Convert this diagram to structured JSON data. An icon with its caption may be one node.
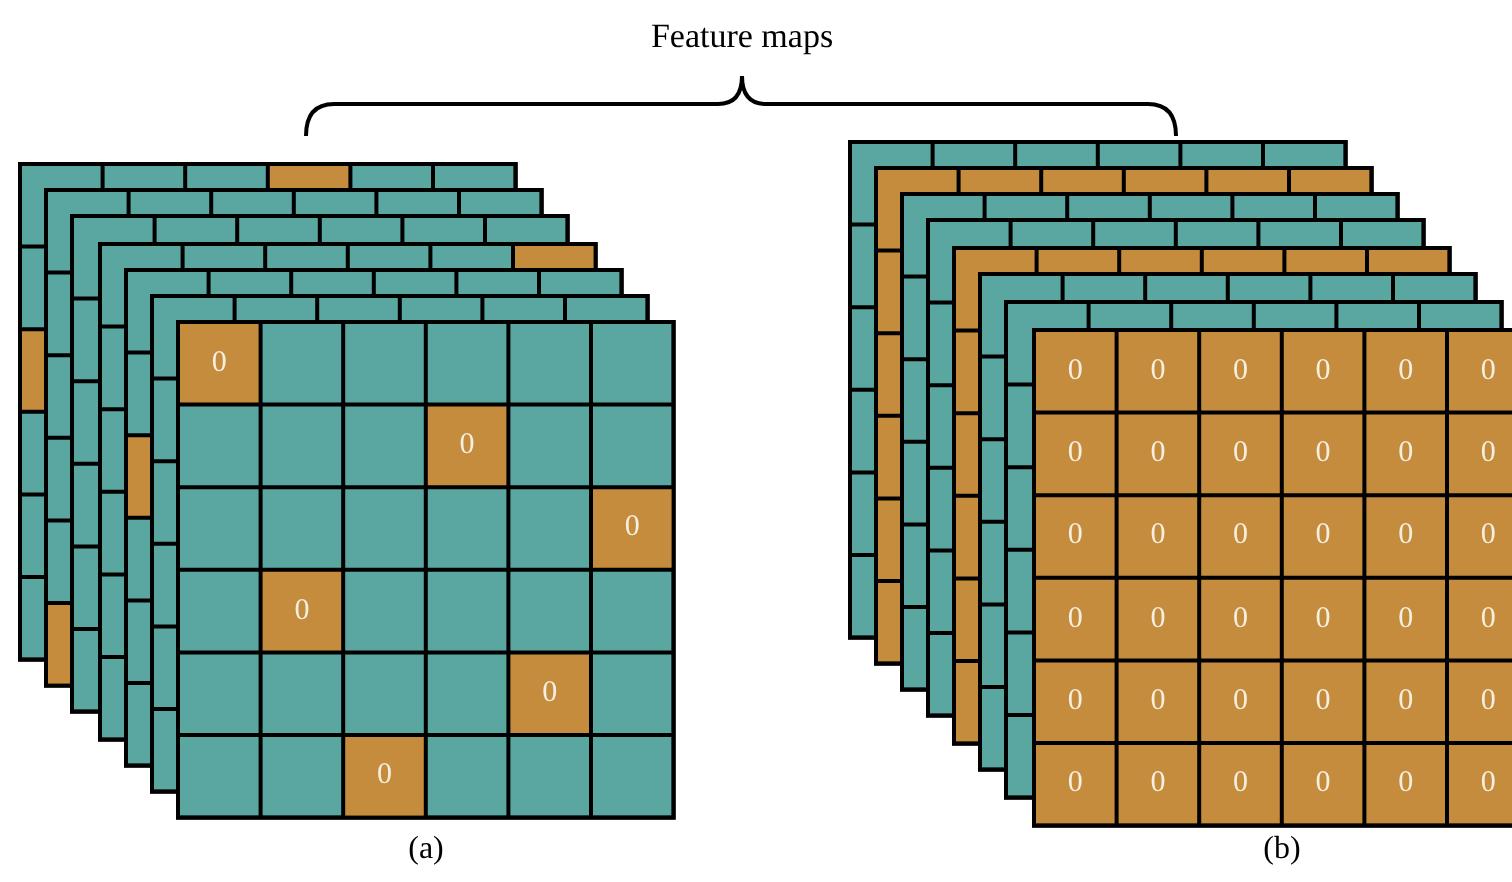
{
  "diagram": {
    "title": "Feature maps",
    "labels": [
      "0",
      "0",
      "0",
      "0",
      "0",
      "0",
      "0",
      "0",
      "0",
      "0",
      "0",
      "0",
      "0",
      "0",
      "0",
      "0",
      "0",
      "0",
      "0",
      "0",
      "0",
      "0",
      "0",
      "0",
      "0",
      "0",
      "0",
      "0",
      "0",
      "0",
      "0",
      "0",
      "0",
      "0",
      "0",
      "0",
      "0",
      "0",
      "0",
      "0",
      "0",
      "0",
      "(a)",
      "(b)"
    ]
  }
}
